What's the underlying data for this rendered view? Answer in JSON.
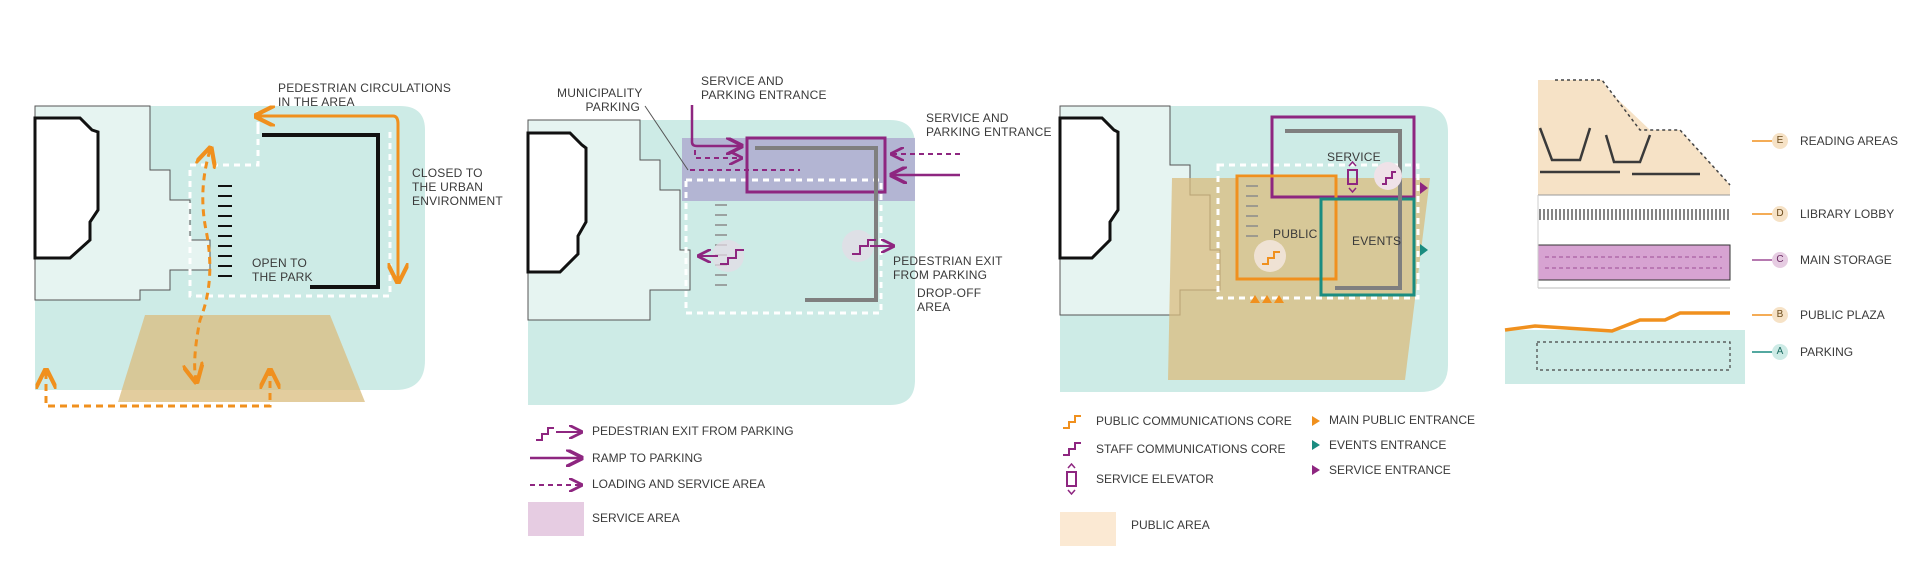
{
  "colors": {
    "site": "#cdebe6",
    "orange": "#f0901e",
    "purple": "#8e2680",
    "teal": "#1a8c80",
    "public_area": "#f6e2c6",
    "service_area": "#e6cce2",
    "storage": "#d7a3d2",
    "gray": "#7f7f7f"
  },
  "panel1": {
    "labels": {
      "pedestrian": "PEDESTRIAN CIRCULATIONS\nIN THE AREA",
      "closed": "CLOSED TO\nTHE URBAN\nENVIRONMENT",
      "open": "OPEN TO\nTHE PARK"
    }
  },
  "panel2": {
    "labels": {
      "municipality": "MUNICIPALITY\nPARKING",
      "service_top": "SERVICE AND\nPARKING ENTRANCE",
      "service_right": "SERVICE AND\nPARKING ENTRANCE",
      "ped_exit": "PEDESTRIAN EXIT\nFROM PARKING",
      "dropoff": "DROP-OFF\nAREA"
    },
    "legend": [
      "PEDESTRIAN EXIT FROM PARKING",
      "RAMP TO PARKING",
      "LOADING AND SERVICE AREA",
      "SERVICE AREA"
    ]
  },
  "panel3": {
    "labels": {
      "service": "SERVICE",
      "public": "PUBLIC",
      "events": "EVENTS"
    },
    "legend_left": [
      "PUBLIC COMMUNICATIONS CORE",
      "STAFF COMMUNICATIONS CORE",
      "SERVICE ELEVATOR",
      "PUBLIC AREA"
    ],
    "legend_right": [
      "MAIN PUBLIC ENTRANCE",
      "EVENTS ENTRANCE",
      "SERVICE ENTRANCE"
    ]
  },
  "panel4": {
    "levels": [
      {
        "letter": "E",
        "label": "READING AREAS",
        "color": "#f6e2c6"
      },
      {
        "letter": "D",
        "label": "LIBRARY LOBBY",
        "color": "#f6e2c6"
      },
      {
        "letter": "C",
        "label": "MAIN STORAGE",
        "color": "#e6cce2"
      },
      {
        "letter": "B",
        "label": "PUBLIC PLAZA",
        "color": "#f6e2c6"
      },
      {
        "letter": "A",
        "label": "PARKING",
        "color": "#cdebe6"
      }
    ]
  }
}
